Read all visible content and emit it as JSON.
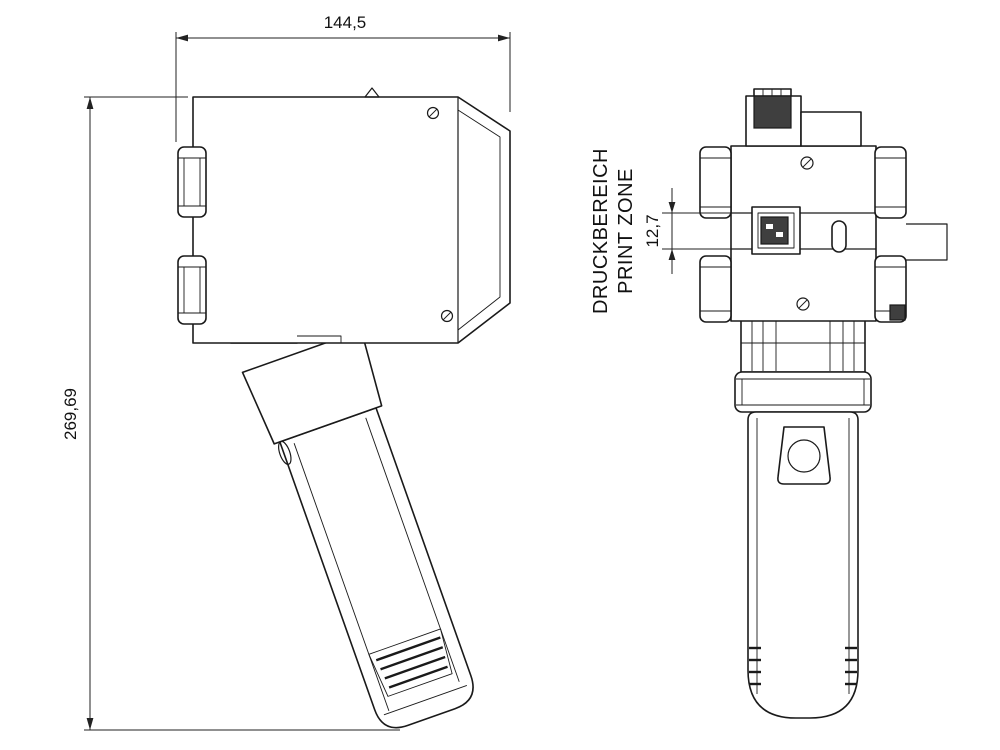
{
  "dimensions": {
    "width": "144,5",
    "height": "269,69",
    "print_zone_height": "12,7"
  },
  "labels": {
    "print_zone_de": "DRUCKBEREICH",
    "print_zone_en": "PRINT ZONE"
  },
  "colors": {
    "line": "#1a1a1a",
    "background": "#ffffff",
    "dark_fill": "#3f3f3f"
  }
}
